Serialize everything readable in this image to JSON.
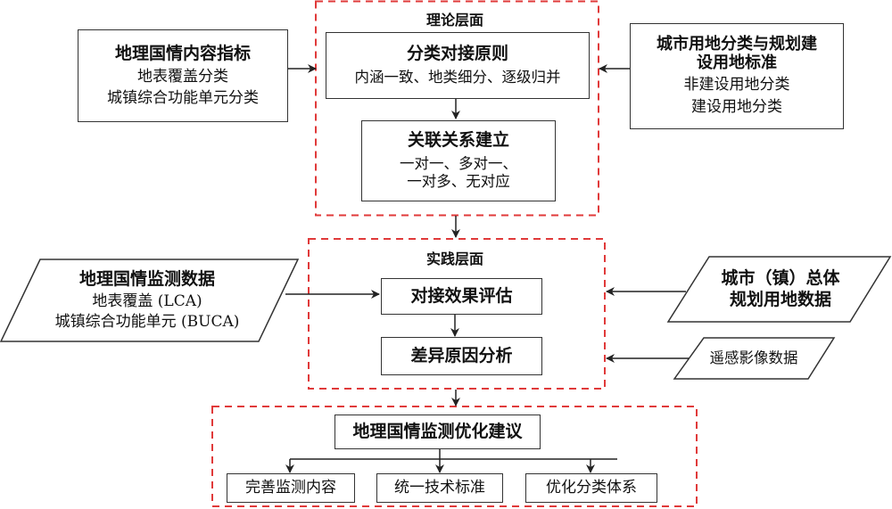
{
  "colors": {
    "dashed_border": "#e03a3a",
    "box_border": "#333333",
    "arrow": "#222222"
  },
  "left_source": {
    "title": "地理国情内容指标",
    "items": [
      "地表覆盖分类",
      "城镇综合功能单元分类"
    ]
  },
  "right_source": {
    "title_line1": "城市用地分类与规划建",
    "title_line2": "设用地标准",
    "items": [
      "非建设用地分类",
      "建设用地分类"
    ]
  },
  "theory_layer": {
    "label": "理论层面",
    "principle": {
      "title": "分类对接原则",
      "detail": "内涵一致、地类细分、逐级归并"
    },
    "relation": {
      "title": "关联关系建立",
      "detail_line1": "一对一、多对一、",
      "detail_line2": "一对多、无对应"
    }
  },
  "practice_layer": {
    "label": "实践层面",
    "steps": [
      "对接效果评估",
      "差异原因分析"
    ]
  },
  "monitoring_data": {
    "title": "地理国情监测数据",
    "items": [
      "地表覆盖 (LCA)",
      "城镇综合功能单元 (BUCA)"
    ]
  },
  "planning_data": {
    "line1": "城市（镇）总体",
    "line2": "规划用地数据"
  },
  "remote_sensing": {
    "label": "遥感影像数据"
  },
  "suggestion_layer": {
    "title": "地理国情监测优化建议",
    "items": [
      "完善监测内容",
      "统一技术标准",
      "优化分类体系"
    ]
  }
}
